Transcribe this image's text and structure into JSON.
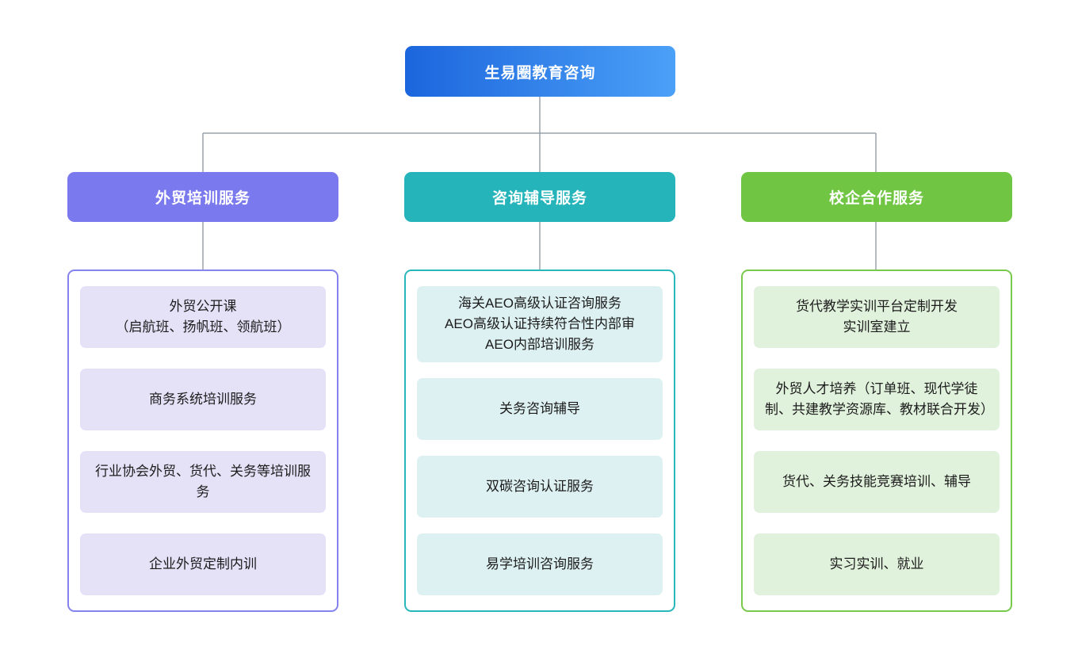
{
  "root": {
    "label": "生易圈教育咨询",
    "gradient_from": "#1c66dd",
    "gradient_to": "#4ba0f7",
    "text_color": "#ffffff"
  },
  "connector_color": "#9aa2ab",
  "branches": [
    {
      "label": "外贸培训服务",
      "header_color": "#7b79ee",
      "border_color": "#8583ee",
      "item_bg": "#e5e2f8",
      "items": [
        {
          "text": "外贸公开课\n（启航班、扬帆班、领航班）"
        },
        {
          "text": "商务系统培训服务"
        },
        {
          "text": "行业协会外贸、货代、关务等培训服务"
        },
        {
          "text": "企业外贸定制内训"
        }
      ]
    },
    {
      "label": "咨询辅导服务",
      "header_color": "#25b4ba",
      "border_color": "#2ab7bc",
      "item_bg": "#def1f2",
      "items": [
        {
          "text": "海关AEO高级认证咨询服务\nAEO高级认证持续符合性内部审\nAEO内部培训服务"
        },
        {
          "text": "关务咨询辅导"
        },
        {
          "text": "双碳咨询认证服务"
        },
        {
          "text": "易学培训咨询服务"
        }
      ]
    },
    {
      "label": "校企合作服务",
      "header_color": "#70c643",
      "border_color": "#77ca4c",
      "item_bg": "#e0f1dc",
      "items": [
        {
          "text": "货代教学实训平台定制开发\n实训室建立"
        },
        {
          "text": "外贸人才培养（订单班、现代学徒制、共建教学资源库、教材联合开发）"
        },
        {
          "text": "货代、关务技能竞赛培训、辅导"
        },
        {
          "text": "实习实训、就业"
        }
      ]
    }
  ]
}
